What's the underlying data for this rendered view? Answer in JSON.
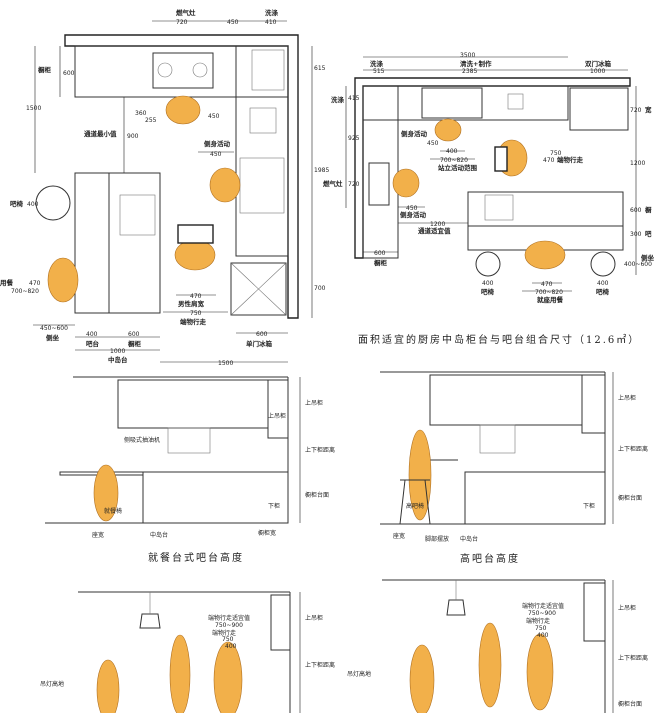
{
  "plan_a": {
    "top_labels": [
      "燃气灶",
      "洗涤"
    ],
    "top_dims": [
      "720",
      "450",
      "410"
    ],
    "cabinet_label": "橱柜",
    "cabinet_depth": "600",
    "left_dim": "1500",
    "aisle_label": "通道最小值",
    "aisle_dim": "900",
    "dims_small": [
      "360",
      "255",
      "450"
    ],
    "side_move_label": "侧身活动",
    "side_move_dim": "450",
    "bar_stool_label": "吧椅",
    "bar_stool_dim": "400",
    "dining_label": "用餐",
    "dining_dim": "700~820",
    "dining_inner": "470",
    "side_sit_dim": "450~600",
    "side_sit_label": "侧坐",
    "bar_dim": "400",
    "bar_label": "吧台",
    "island_cab_dim": "600",
    "island_cab_label": "橱柜",
    "island_dim": "1000",
    "island_label": "中岛台",
    "shoulder_dim": "470",
    "shoulder_label": "男性肩宽",
    "carry_dim": "750",
    "carry_label": "端物行走",
    "fridge_dim": "600",
    "fridge_label": "单门冰箱",
    "bottom_dim": "1500",
    "right_dims": [
      "615",
      "1985",
      "700"
    ]
  },
  "plan_b": {
    "total_dim": "3500",
    "top_labels": [
      "洗涤",
      "清洗+制作",
      "双门冰箱"
    ],
    "top_dims": [
      "515",
      "2385",
      "1000"
    ],
    "left_labels": [
      "洗涤",
      "燃气灶"
    ],
    "left_dims": [
      "415",
      "925",
      "720"
    ],
    "side_move_label": "侧身活动",
    "side_move_dim": "450",
    "stand_dim_a": "400",
    "stand_dim_b": "700~820",
    "stand_label": "站立活动范围",
    "carry_label": "端物行走",
    "carry_dims": [
      "470",
      "750"
    ],
    "side_move2_dim": "450",
    "side_move2_label": "侧身活动",
    "aisle_dim": "1200",
    "aisle_label": "通道适宜值",
    "cabinet_dim": "600",
    "cabinet_label": "橱柜",
    "stool_dim": "400",
    "stool_label": "吧椅",
    "seat_dims": [
      "470",
      "700~820"
    ],
    "seat_label": "就座用餐",
    "right_dims": [
      "720",
      "1200",
      "600",
      "300",
      "400~600"
    ],
    "right_labels": [
      "宽",
      "橱",
      "吧",
      "侧坐"
    ],
    "caption": "面积适宜的厨房中岛柜台与吧台组合尺寸（12.6㎡）"
  },
  "elevations": [
    {
      "caption": "就餐台式吧台高度",
      "labels": [
        "上吊柜",
        "上下柜距离",
        "橱柜台面",
        "侧吸式抽油机",
        "就餐椅",
        "下柜",
        "座宽",
        "中岛台",
        "橱柜宽"
      ]
    },
    {
      "caption": "高吧台高度",
      "labels": [
        "上吊柜",
        "上下柜距离",
        "橱柜台面",
        "高吧椅",
        "下柜",
        "座宽",
        "脚部摆放",
        "中岛台"
      ]
    },
    {
      "labels": [
        "上吊柜",
        "上下柜距离",
        "吊灯高地",
        "端物行走适宜值",
        "端物行走"
      ],
      "dims": [
        "750~900",
        "750",
        "400"
      ]
    },
    {
      "labels": [
        "上吊柜",
        "上下柜距离",
        "吊灯高地",
        "橱柜台面",
        "端物行走适宜值",
        "端物行走"
      ],
      "dims": [
        "750~900",
        "750",
        "400"
      ]
    }
  ],
  "colors": {
    "figure": "#f2b04a",
    "line": "#222222"
  }
}
